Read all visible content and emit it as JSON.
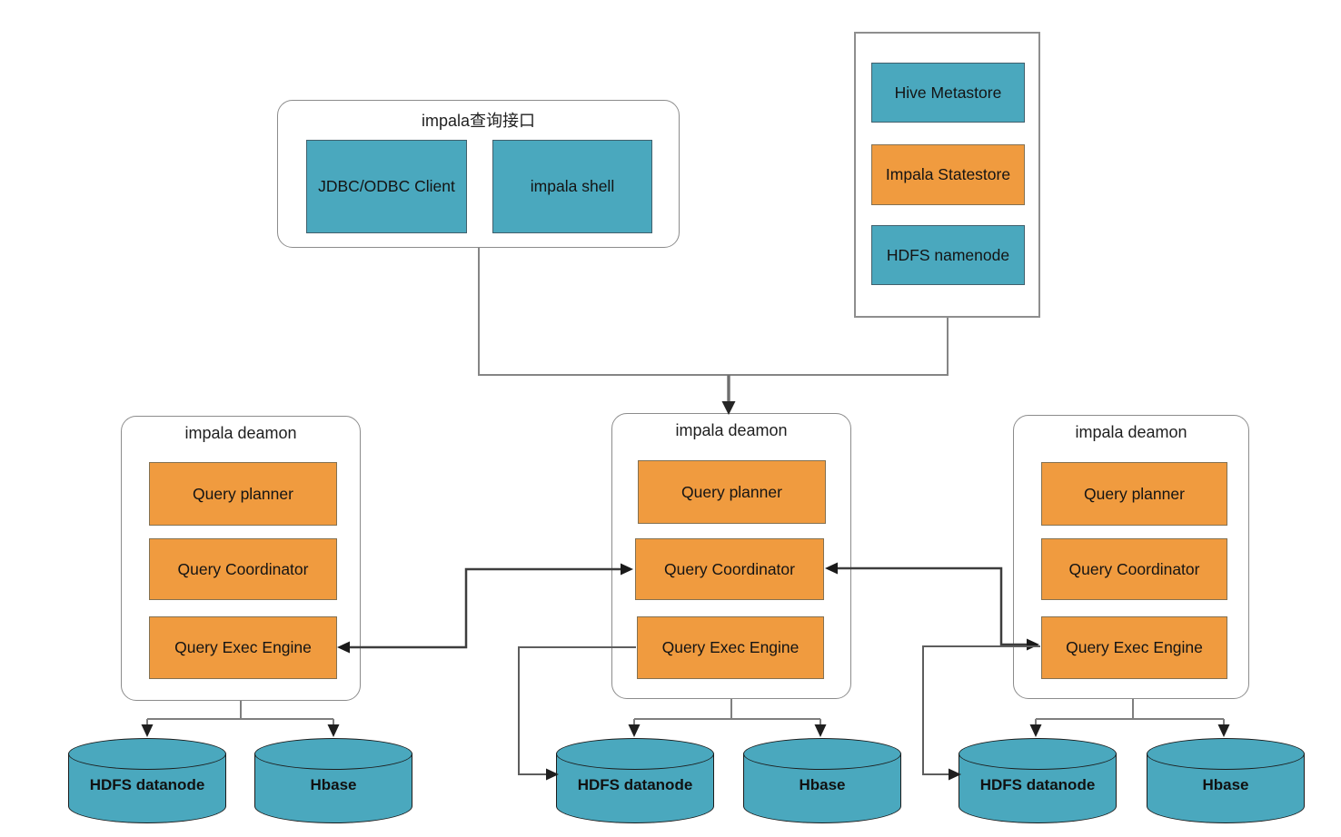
{
  "colors": {
    "teal": "#4AA8BE",
    "orange": "#F09B3F",
    "line_gray": "#828282",
    "line_dark": "#3f3f3f",
    "arrow_black": "#1f1f1f"
  },
  "interface_group": {
    "title": "impala查询接口",
    "nodes": [
      {
        "label": "JDBC/ODBC Client",
        "color": "teal"
      },
      {
        "label": "impala shell",
        "color": "teal"
      }
    ]
  },
  "statestore_group": {
    "nodes": [
      {
        "label": "Hive Metastore",
        "color": "teal"
      },
      {
        "label": "Impala Statestore",
        "color": "orange"
      },
      {
        "label": "HDFS namenode",
        "color": "teal"
      }
    ]
  },
  "daemons": [
    {
      "title": "impala deamon",
      "components": [
        {
          "label": "Query planner"
        },
        {
          "label": "Query Coordinator"
        },
        {
          "label": "Query Exec Engine"
        }
      ],
      "datastores": [
        {
          "label": "HDFS datanode"
        },
        {
          "label": "Hbase"
        }
      ]
    },
    {
      "title": "impala deamon",
      "components": [
        {
          "label": "Query planner"
        },
        {
          "label": "Query Coordinator"
        },
        {
          "label": "Query Exec Engine"
        }
      ],
      "datastores": [
        {
          "label": "HDFS datanode"
        },
        {
          "label": "Hbase"
        }
      ]
    },
    {
      "title": "impala deamon",
      "components": [
        {
          "label": "Query planner"
        },
        {
          "label": "Query Coordinator"
        },
        {
          "label": "Query Exec Engine"
        }
      ],
      "datastores": [
        {
          "label": "HDFS datanode"
        },
        {
          "label": "Hbase"
        }
      ]
    }
  ],
  "edges": [
    {
      "from": "impala查询接口 / Impala Statestore group",
      "to": "impala deamon (middle)",
      "style": "gray-arrow"
    },
    {
      "from": "impala deamon (left) Query Exec Engine",
      "to": "impala deamon (middle) Query Coordinator",
      "style": "black-double-arrow"
    },
    {
      "from": "impala deamon (middle) Query Coordinator",
      "to": "impala deamon (right) Query Exec Engine",
      "style": "black-double-arrow"
    },
    {
      "from": "impala deamon (middle) Query Exec Engine",
      "to": "HDFS datanode (middle)",
      "style": "gray-arrow"
    },
    {
      "from": "impala deamon (right) Query Exec Engine",
      "to": "HDFS datanode (right)",
      "style": "gray-arrow"
    },
    {
      "from": "each impala deamon",
      "to": "its HDFS datanode and Hbase",
      "style": "gray-branch-arrows"
    }
  ]
}
